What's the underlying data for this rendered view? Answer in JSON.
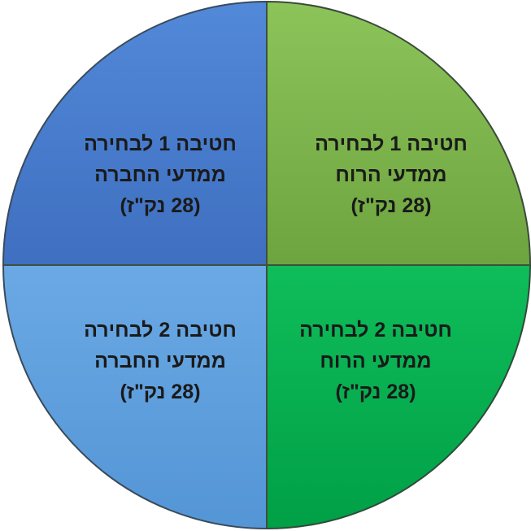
{
  "diagram": {
    "title": "",
    "quadrants": [
      {
        "id": "top-right",
        "color": "#78b04a",
        "lines": [
          "חטיבה 1 לבחירה",
          "ממדעי הרוח",
          "(28 נק\"ז)"
        ]
      },
      {
        "id": "top-left",
        "color": "#4a7ccd",
        "lines": [
          "חטיבה 1 לבחירה",
          "ממדעי החברה",
          "(28 נק\"ז)"
        ]
      },
      {
        "id": "bottom-right",
        "color": "#00b050",
        "lines": [
          "חטיבה 2 לבחירה",
          "ממדעי הרוח",
          "(28 נק\"ז)"
        ]
      },
      {
        "id": "bottom-left",
        "color": "#60a0de",
        "lines": [
          "חטיבה 2 לבחירה",
          "ממדעי החברה",
          "(28 נק\"ז)"
        ]
      }
    ]
  }
}
